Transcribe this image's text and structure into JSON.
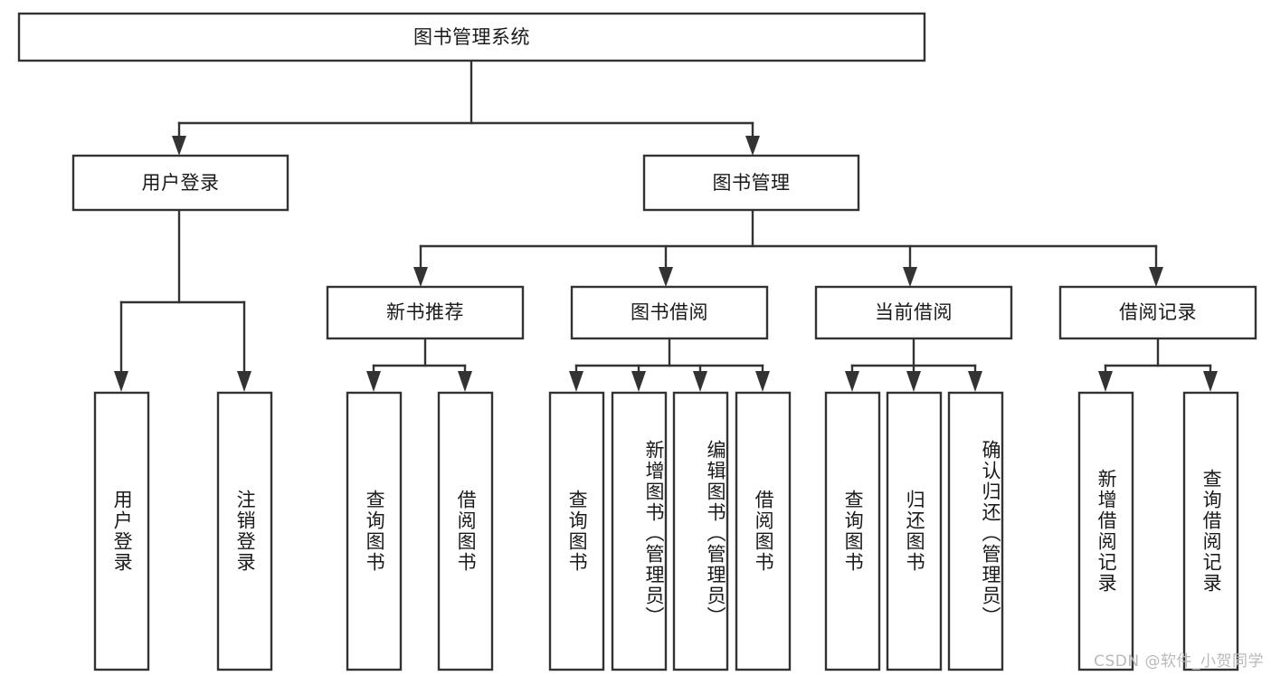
{
  "diagram": {
    "type": "tree-hierarchy-flowchart",
    "title": "图书管理系统",
    "orientation": "top-down",
    "levels": 4,
    "nodes": {
      "root": {
        "label": "图书管理系统",
        "level": 0,
        "text_direction": "horizontal"
      },
      "user_login": {
        "label": "用户登录",
        "level": 1,
        "text_direction": "horizontal"
      },
      "book_manage": {
        "label": "图书管理",
        "level": 1,
        "text_direction": "horizontal"
      },
      "new_book_rec": {
        "label": "新书推荐",
        "level": 2,
        "text_direction": "horizontal"
      },
      "book_borrow": {
        "label": "图书借阅",
        "level": 2,
        "text_direction": "horizontal"
      },
      "current_borrow": {
        "label": "当前借阅",
        "level": 2,
        "text_direction": "horizontal"
      },
      "borrow_record": {
        "label": "借阅记录",
        "level": 2,
        "text_direction": "horizontal"
      },
      "leaf_user_login": {
        "label": "用户登录",
        "level": 3,
        "text_direction": "vertical"
      },
      "leaf_logout": {
        "label": "注销登录",
        "level": 3,
        "text_direction": "vertical"
      },
      "leaf_query_book_1": {
        "label": "查询图书",
        "level": 3,
        "text_direction": "vertical"
      },
      "leaf_borrow_book_1": {
        "label": "借阅图书",
        "level": 3,
        "text_direction": "vertical"
      },
      "leaf_query_book_2": {
        "label": "查询图书",
        "level": 3,
        "text_direction": "vertical"
      },
      "leaf_add_book": {
        "label": "新增图书（管理员）",
        "level": 3,
        "text_direction": "vertical"
      },
      "leaf_edit_book": {
        "label": "编辑图书（管理员）",
        "level": 3,
        "text_direction": "vertical"
      },
      "leaf_borrow_book_2": {
        "label": "借阅图书",
        "level": 3,
        "text_direction": "vertical"
      },
      "leaf_query_book_3": {
        "label": "查询图书",
        "level": 3,
        "text_direction": "vertical"
      },
      "leaf_return_book": {
        "label": "归还图书",
        "level": 3,
        "text_direction": "vertical"
      },
      "leaf_confirm_return": {
        "label": "确认归还（管理员）",
        "level": 3,
        "text_direction": "vertical"
      },
      "leaf_add_record": {
        "label": "新增借阅记录",
        "level": 3,
        "text_direction": "vertical"
      },
      "leaf_query_record": {
        "label": "查询借阅记录",
        "level": 3,
        "text_direction": "vertical"
      }
    },
    "edges": [
      {
        "from": "root",
        "to": "user_login"
      },
      {
        "from": "root",
        "to": "book_manage"
      },
      {
        "from": "user_login",
        "to": "leaf_user_login"
      },
      {
        "from": "user_login",
        "to": "leaf_logout"
      },
      {
        "from": "book_manage",
        "to": "new_book_rec"
      },
      {
        "from": "book_manage",
        "to": "book_borrow"
      },
      {
        "from": "book_manage",
        "to": "current_borrow"
      },
      {
        "from": "book_manage",
        "to": "borrow_record"
      },
      {
        "from": "new_book_rec",
        "to": "leaf_query_book_1"
      },
      {
        "from": "new_book_rec",
        "to": "leaf_borrow_book_1"
      },
      {
        "from": "book_borrow",
        "to": "leaf_query_book_2"
      },
      {
        "from": "book_borrow",
        "to": "leaf_add_book"
      },
      {
        "from": "book_borrow",
        "to": "leaf_edit_book"
      },
      {
        "from": "book_borrow",
        "to": "leaf_borrow_book_2"
      },
      {
        "from": "current_borrow",
        "to": "leaf_query_book_3"
      },
      {
        "from": "current_borrow",
        "to": "leaf_return_book"
      },
      {
        "from": "current_borrow",
        "to": "leaf_confirm_return"
      },
      {
        "from": "borrow_record",
        "to": "leaf_add_record"
      },
      {
        "from": "borrow_record",
        "to": "leaf_query_record"
      }
    ],
    "colors": {
      "box_stroke": "#333333",
      "box_fill": "#ffffff",
      "text": "#1a1a1a",
      "connector": "#333333",
      "background": "#ffffff",
      "watermark": "#b9b9b9"
    }
  },
  "watermark": {
    "text": "CSDN @软件_小贺同学"
  }
}
